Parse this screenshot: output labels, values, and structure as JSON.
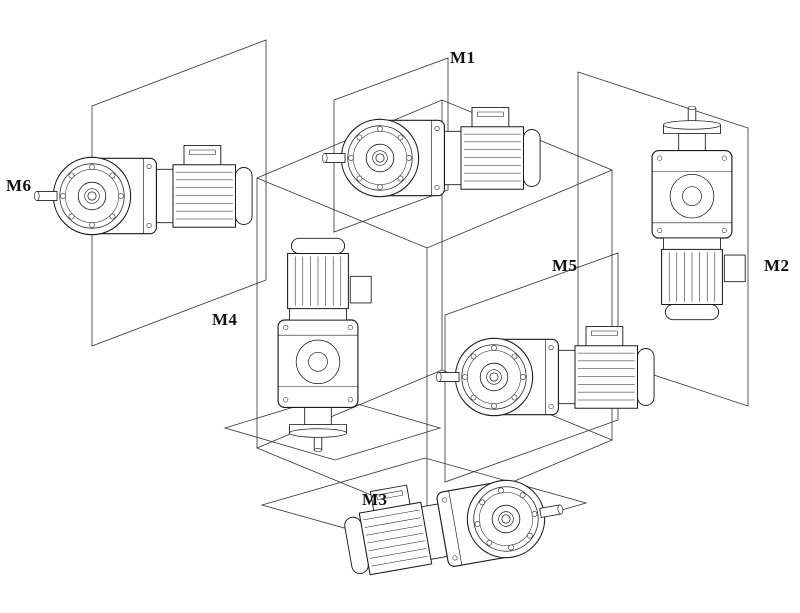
{
  "diagram": {
    "labels": {
      "m1": "M1",
      "m2": "M2",
      "m3": "M3",
      "m4": "M4",
      "m5": "M5",
      "m6": "M6"
    },
    "colors": {
      "line": "#1a1a1a",
      "plane_line": "#333333",
      "background": "#ffffff"
    }
  }
}
